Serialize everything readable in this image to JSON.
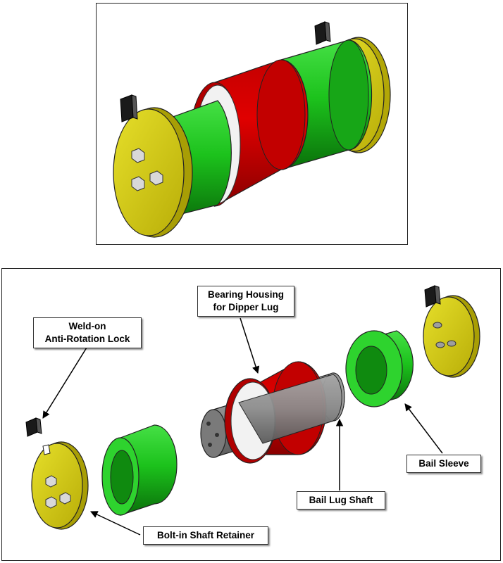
{
  "figure": {
    "assembled_view": {},
    "exploded_view": {
      "labels": {
        "bearing_housing": [
          "Bearing Housing",
          "for Dipper Lug"
        ],
        "weld_on_lock": [
          "Weld-on",
          "Anti-Rotation Lock"
        ],
        "bail_sleeve": "Bail Sleeve",
        "bail_lug_shaft": "Bail Lug Shaft",
        "shaft_retainer": "Bolt-in Shaft Retainer"
      }
    }
  },
  "colors": {
    "retainer": "#d9d012",
    "sleeve": "#1fbf1f",
    "housing": "#d80000",
    "shaft": "#8a8a8a",
    "lock": "#1a1a1a",
    "background": "#ffffff"
  }
}
